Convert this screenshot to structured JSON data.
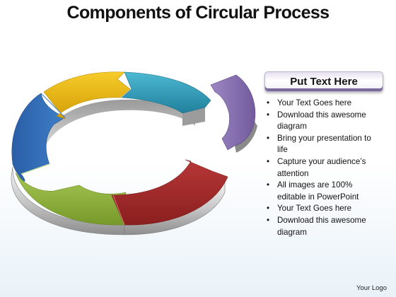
{
  "title": "Components of Circular Process",
  "panel": {
    "header": "Put Text Here",
    "bullets": [
      "Your Text Goes here",
      "Download this awesome diagram",
      "Bring your presentation to life",
      "Capture your audience’s attention",
      "All images are 100% editable in PowerPoint",
      "Your Text Goes here",
      "Download this awesome diagram"
    ]
  },
  "footer": {
    "logo": "Your Logo"
  },
  "colors": {
    "segment_yellow": "#e8b40c",
    "segment_teal": "#2f9cb8",
    "segment_purple": "#8b73b3",
    "segment_red": "#a52b2b",
    "segment_green": "#8cb13a",
    "segment_blue": "#2f6bb6",
    "ring_side": "#a8a8a8"
  }
}
